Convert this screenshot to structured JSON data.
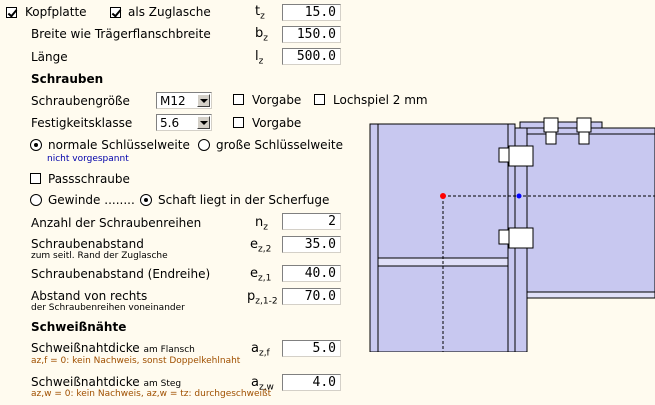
{
  "kopfplatte": {
    "checked": true,
    "label": "Kopfplatte"
  },
  "zuglasche": {
    "checked": true,
    "label": "als Zuglasche"
  },
  "t": {
    "sym": "t",
    "sub": "z",
    "value": "15.0"
  },
  "breite": {
    "label": "Breite wie Trägerflanschbreite",
    "sym": "b",
    "sub": "z",
    "value": "150.0"
  },
  "laenge": {
    "label": "Länge",
    "sym": "l",
    "sub": "z",
    "value": "500.0"
  },
  "schrauben_heading": "Schrauben",
  "groesse": {
    "label": "Schraubengröße",
    "value": "M12"
  },
  "vorgabe1": {
    "label": "Vorgabe",
    "checked": false
  },
  "lochspiel": {
    "label": "Lochspiel 2 mm",
    "checked": false
  },
  "festigkeit": {
    "label": "Festigkeitsklasse",
    "value": "5.6"
  },
  "vorgabe2": {
    "label": "Vorgabe",
    "checked": false
  },
  "normale": {
    "label": "normale Schlüsselweite",
    "checked": true
  },
  "grosse": {
    "label": "große Schlüsselweite",
    "checked": false
  },
  "nicht_vorgespannt": "nicht vorgespannt",
  "passschraube": {
    "label": "Passschraube",
    "checked": false
  },
  "gewinde": {
    "label": "Gewinde ........",
    "checked": false
  },
  "schaft": {
    "label": "Schaft liegt in der Scherfuge",
    "checked": true
  },
  "anzahl": {
    "label": "Anzahl der Schraubenreihen",
    "sym": "n",
    "sub": "z",
    "value": "2"
  },
  "abstand": {
    "label": "Schraubenabstand",
    "note": "zum seitl. Rand der Zuglasche",
    "sym": "e",
    "sub": "z,2",
    "value": "35.0"
  },
  "abstand_end": {
    "label": "Schraubenabstand (Endreihe)",
    "sym": "e",
    "sub": "z,1",
    "value": "40.0"
  },
  "abstand_rechts": {
    "label": "Abstand von rechts",
    "note": "der Schraubenreihen voneinander",
    "sym": "p",
    "sub": "z,1-2",
    "value": "70.0"
  },
  "schweiss_heading": "Schweißnähte",
  "flansch": {
    "label": "Schweißnahtdicke",
    "label_small": "am Flansch",
    "note": "az,f = 0: kein Nachweis, sonst Doppelkehlnaht",
    "sym": "a",
    "sub": "z,f",
    "value": "5.0"
  },
  "steg": {
    "label": "Schweißnahtdicke",
    "label_small": "am Steg",
    "note": "az,w = 0: kein Nachweis, az,w = tz: durchgeschweißt",
    "sym": "a",
    "sub": "z,w",
    "value": "4.0"
  }
}
